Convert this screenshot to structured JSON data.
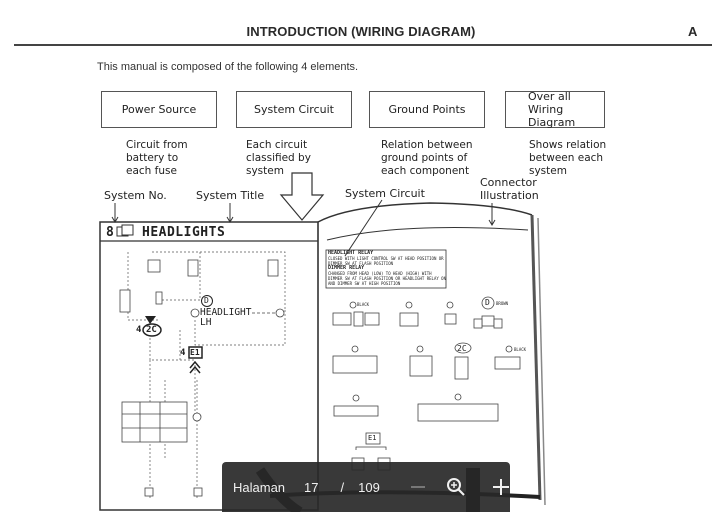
{
  "header": {
    "title": "INTRODUCTION (WIRING DIAGRAM)",
    "section_letter": "A"
  },
  "intro_text": "This manual is composed of the following 4 elements.",
  "elements": [
    {
      "label": "Power Source",
      "description": "Circuit from\nbattery to\neach fuse"
    },
    {
      "label": "System Circuit",
      "description": "Each circuit\nclassified by\nsystem"
    },
    {
      "label": "Ground Points",
      "description": "Relation between\nground points of\neach component"
    },
    {
      "label": "Over all Wiring\nDiagram",
      "description": "Shows relation\nbetween each\nsystem"
    }
  ],
  "illustration": {
    "callouts": {
      "system_no": "System No.",
      "system_title": "System Title",
      "system_circuit": "System Circuit",
      "connector_illustration": "Connector\nIllustration"
    },
    "page_header": {
      "number": "8",
      "title": "HEADLIGHTS"
    },
    "circuit_labels": {
      "connector_d": "D",
      "headlight": "HEADLIGHT",
      "headlight_side": "LH",
      "connector_2c_num": "4",
      "connector_2c": "2C",
      "ground_num": "4",
      "ground_e1": "E1"
    },
    "relay_box": {
      "line1": "HEADLIGHT RELAY",
      "line2": "CLOSED WITH LIGHT CONTROL SW AT HEAD POSITION OR",
      "line3": "DIMMER SW AT FLASH POSITION",
      "line4": "DIMMER RELAY",
      "line5": "CHANGED FROM HEAD (LOW) TO HEAD (HIGH) WITH",
      "line6": "DIMMER SW AT FLASH POSITION OR HEADLIGHT RELAY ON",
      "line7": "AND DIMMER SW AT HIGH POSITION"
    },
    "connectors": {
      "c1": "BLACK",
      "c4_letter": "D",
      "c4_color": "BROWN",
      "c7": "2C",
      "c8_color": "BLACK",
      "e1": "E1"
    }
  },
  "viewer_toolbar": {
    "page_label": "Halaman",
    "current_page": "17",
    "separator": "/",
    "total_pages": "109",
    "zoom_out_icon": "minus-icon",
    "zoom_icon": "zoom-in-icon",
    "zoom_in_icon": "plus-icon"
  }
}
